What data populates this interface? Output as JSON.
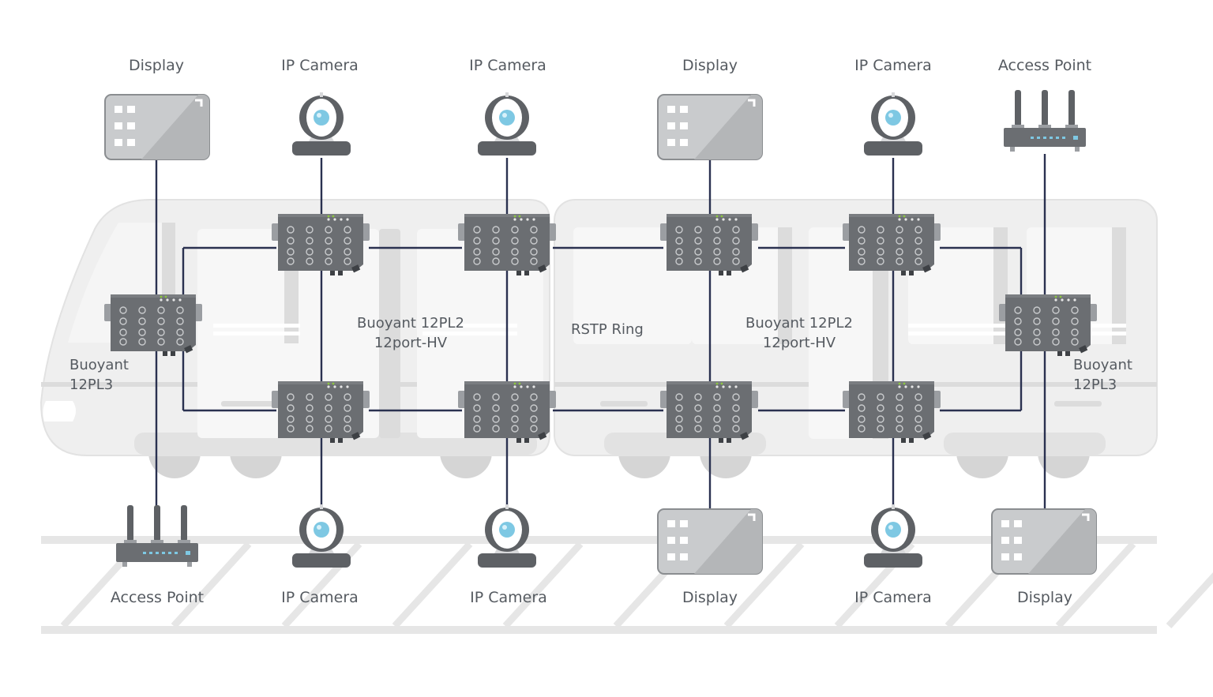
{
  "top_labels": [
    "Display",
    "IP Camera",
    "IP Camera",
    "Display",
    "IP Camera",
    "Access Point"
  ],
  "bottom_labels": [
    "Access Point",
    "IP Camera",
    "IP Camera",
    "Display",
    "IP Camera",
    "Display"
  ],
  "switch_labels": {
    "left_end": [
      "Buoyant",
      "12PL3"
    ],
    "center_left": [
      "Buoyant 12PL2",
      "12port-HV"
    ],
    "center_right": [
      "Buoyant 12PL2",
      "12port-HV"
    ],
    "right_end": [
      "Buoyant",
      "12PL3"
    ]
  },
  "ring_label": "RSTP Ring",
  "colors": {
    "link": "#2a3150",
    "switch_body": "#6b6e72",
    "train": "#ededed",
    "track": "#e6e6e6",
    "device_gray": "#bfc1c3",
    "camera_lens": "#7ec8e3",
    "led_green": "#8cc63f"
  },
  "icons": {
    "switch": "industrial-switch-icon",
    "camera": "ip-camera-icon",
    "display": "display-panel-icon",
    "access_point": "wireless-router-icon"
  }
}
